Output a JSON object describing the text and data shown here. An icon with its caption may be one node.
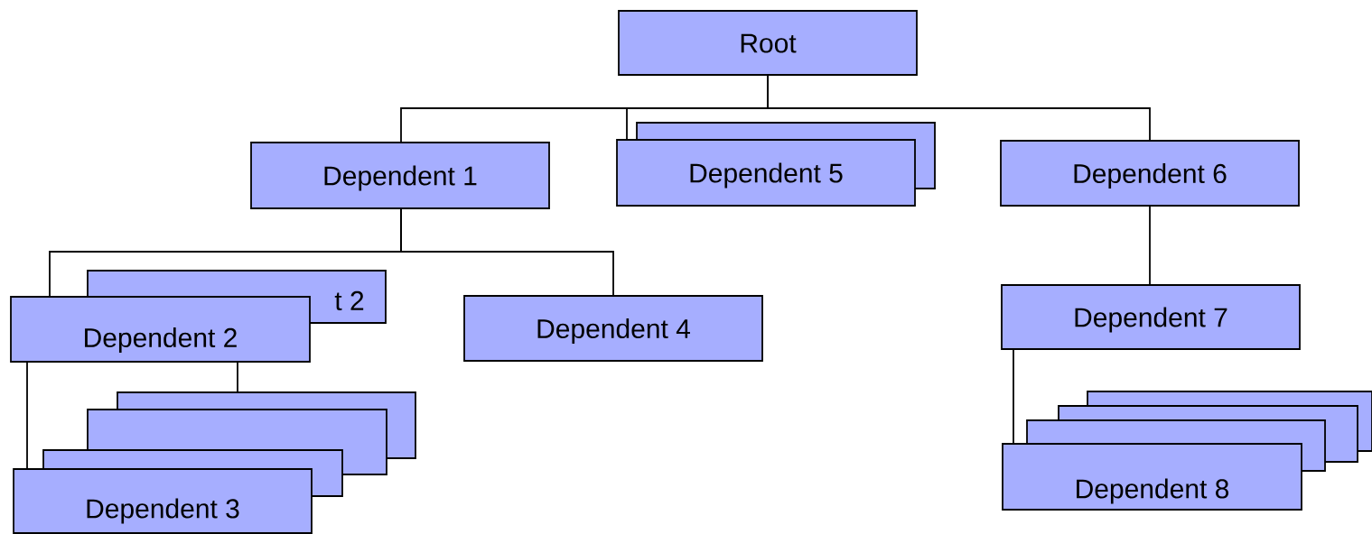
{
  "diagram": {
    "nodes": [
      {
        "text": [
          "Root"
        ]
      },
      {
        "text": [
          "Dependent 1"
        ]
      },
      {
        "text": [],
        "shape": "box"
      },
      {
        "text": [
          "Dependent 5"
        ]
      },
      {
        "text": [
          "Dependent 6"
        ]
      },
      {
        "text": [
          "t 2"
        ]
      },
      {
        "text": [
          "Dependent 2"
        ]
      },
      {
        "text": [
          "Dependent 4"
        ]
      },
      {
        "text": [
          "Dependent 7"
        ]
      },
      {
        "text": [],
        "shape": "box"
      },
      {
        "text": [],
        "shape": "box"
      },
      {
        "text": [],
        "shape": "box"
      },
      {
        "text": [],
        "shape": "box"
      },
      {
        "text": [],
        "shape": "box"
      },
      {
        "text": [],
        "shape": "box"
      },
      {
        "text": [
          "Dependent 8"
        ]
      },
      {
        "text": [
          "Dependent 3"
        ]
      }
    ],
    "edges": [
      {
        "from": 0,
        "to": 1,
        "arrow": "none"
      },
      {
        "from": 0,
        "to": 3,
        "arrow": "none"
      },
      {
        "from": 0,
        "to": 4,
        "arrow": "none"
      },
      {
        "from": 1,
        "to": 6,
        "arrow": "none"
      },
      {
        "from": 1,
        "to": 7,
        "arrow": "none"
      },
      {
        "from": 4,
        "to": 8,
        "arrow": "none"
      },
      {
        "from": 6,
        "to": 16,
        "arrow": "none"
      },
      {
        "from": 6,
        "to": 9,
        "arrow": "none"
      },
      {
        "from": 8,
        "to": 15,
        "arrow": "none"
      }
    ]
  }
}
